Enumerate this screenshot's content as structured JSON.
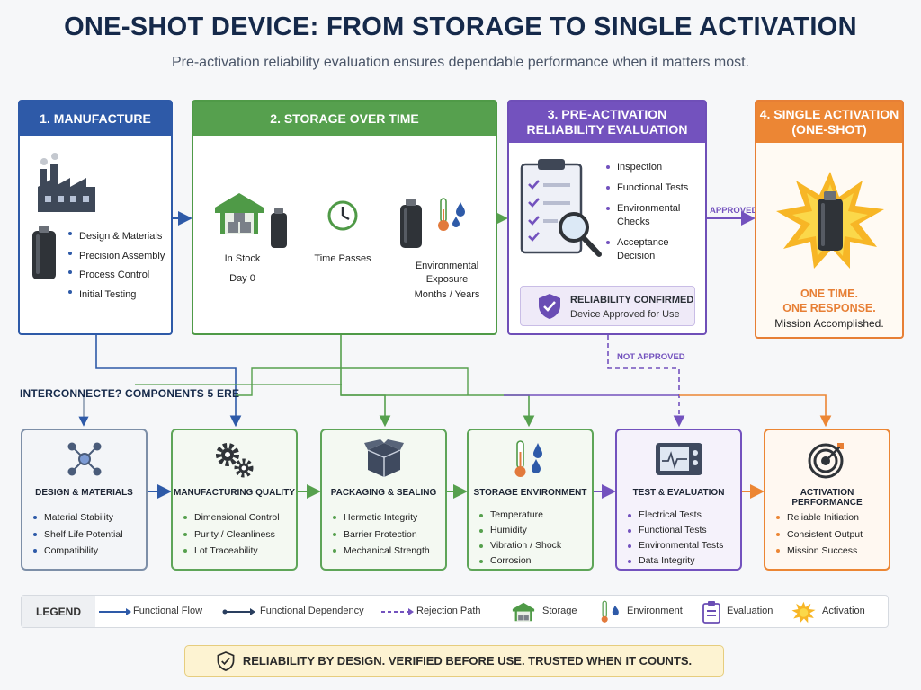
{
  "header": {
    "title": "ONE-SHOT DEVICE: FROM STORAGE TO SINGLE ACTIVATION",
    "subtitle": "Pre-activation reliability evaluation ensures dependable performance when it matters most."
  },
  "stages": {
    "manufacture": {
      "title": "1. MANUFACTURE",
      "items": [
        "Design & Materials",
        "Precision Assembly",
        "Process Control",
        "Initial Testing"
      ]
    },
    "storage": {
      "title": "2. STORAGE OVER TIME",
      "in_stock": "In Stock",
      "day0": "Day 0",
      "time_passes": "Time Passes",
      "env_exposure_1": "Environmental",
      "env_exposure_2": "Exposure",
      "months_years": "Months / Years"
    },
    "evaluation": {
      "title_1": "3. PRE-ACTIVATION",
      "title_2": "RELIABILITY EVALUATION",
      "items": [
        "Inspection",
        "Functional Tests",
        "Environmental Checks",
        "Acceptance Decision"
      ],
      "confirmed_title": "RELIABILITY CONFIRMED",
      "confirmed_sub": "Device Approved for Use"
    },
    "activation": {
      "title_1": "4. SINGLE ACTIVATION",
      "title_2": "(ONE-SHOT)",
      "one_time": "ONE TIME.",
      "one_response": "ONE RESPONSE.",
      "mission": "Mission Accomplished."
    }
  },
  "flow_labels": {
    "approved": "APPROVED",
    "not_approved": "NOT APPROVED"
  },
  "interconnect_title": "INTERCONNECTE? COMPONENTS 5 ERE",
  "components": [
    {
      "title": "DESIGN & MATERIALS",
      "items": [
        "Material Stability",
        "Shelf Life Potential",
        "Compatibility"
      ]
    },
    {
      "title": "MANUFACTURING QUALITY",
      "items": [
        "Dimensional Control",
        "Purity / Cleanliness",
        "Lot Traceability"
      ]
    },
    {
      "title": "PACKAGING & SEALING",
      "items": [
        "Hermetic Integrity",
        "Barrier Protection",
        "Mechanical Strength"
      ]
    },
    {
      "title": "STORAGE ENVIRONMENT",
      "items": [
        "Temperature",
        "Humidity",
        "Vibration / Shock",
        "Corrosion"
      ]
    },
    {
      "title": "TEST & EVALUATION",
      "items": [
        "Electrical Tests",
        "Functional Tests",
        "Environmental Tests",
        "Data Integrity"
      ]
    },
    {
      "title": "ACTIVATION PERFORMANCE",
      "items": [
        "Reliable Initiation",
        "Consistent Output",
        "Mission Success"
      ]
    }
  ],
  "legend": {
    "title": "LEGEND",
    "functional_flow": "Functional Flow",
    "functional_dependency": "Functional Dependency",
    "rejection_path": "Rejection Path",
    "storage": "Storage",
    "environment": "Environment",
    "evaluation": "Evaluation",
    "activation": "Activation"
  },
  "banner": "RELIABILITY BY DESIGN. VERIFIED BEFORE USE. TRUSTED WHEN IT COUNTS.",
  "colors": {
    "manufacture": "#2e5aa8",
    "storage": "#56a04e",
    "evaluation": "#7352be",
    "activation": "#ec8634",
    "title": "#15294a"
  }
}
